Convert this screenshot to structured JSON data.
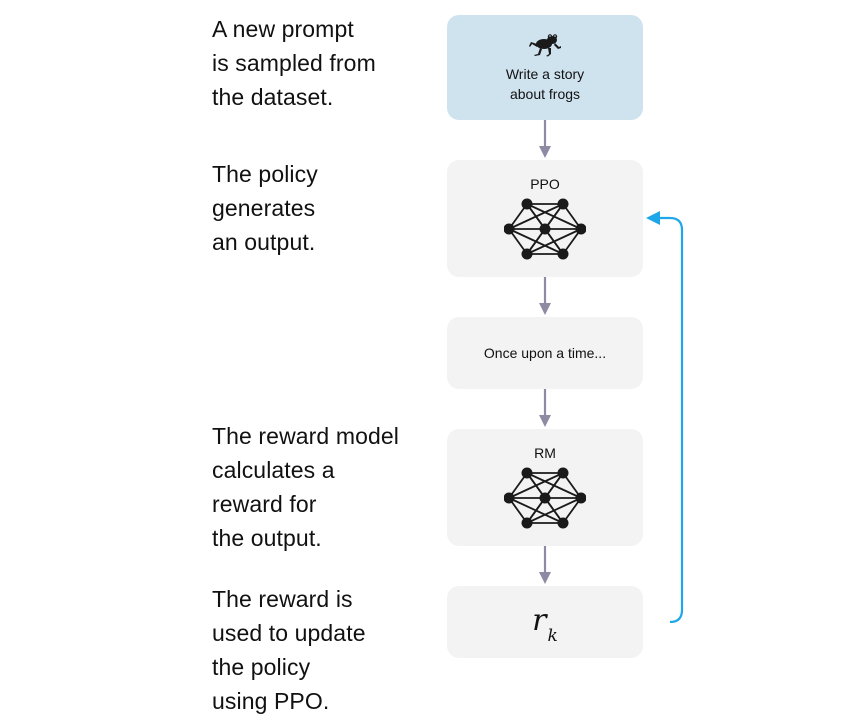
{
  "steps": [
    {
      "lines": [
        "A new prompt",
        "is sampled from",
        "the dataset."
      ]
    },
    {
      "lines": [
        "The policy",
        "generates",
        "an output."
      ]
    },
    {
      "lines": [
        "The reward model",
        "calculates a",
        "reward for",
        "the output."
      ]
    },
    {
      "lines": [
        "The reward is",
        "used to update",
        "the policy",
        "using PPO."
      ]
    }
  ],
  "boxes": {
    "prompt": {
      "line1": "Write a story",
      "line2": "about frogs",
      "icon": "frog-icon"
    },
    "policy": {
      "title": "PPO",
      "icon": "neural-network-icon"
    },
    "output": {
      "text": "Once upon a time..."
    },
    "rm": {
      "title": "RM",
      "icon": "neural-network-icon"
    },
    "reward": {
      "symbol": "r",
      "subscript": "k"
    }
  },
  "colors": {
    "prompt_box": "#cfe3ef",
    "box": "#f3f3f3",
    "arrow": "#8e8aa3",
    "feedback_arrow": "#1ea7e8"
  }
}
